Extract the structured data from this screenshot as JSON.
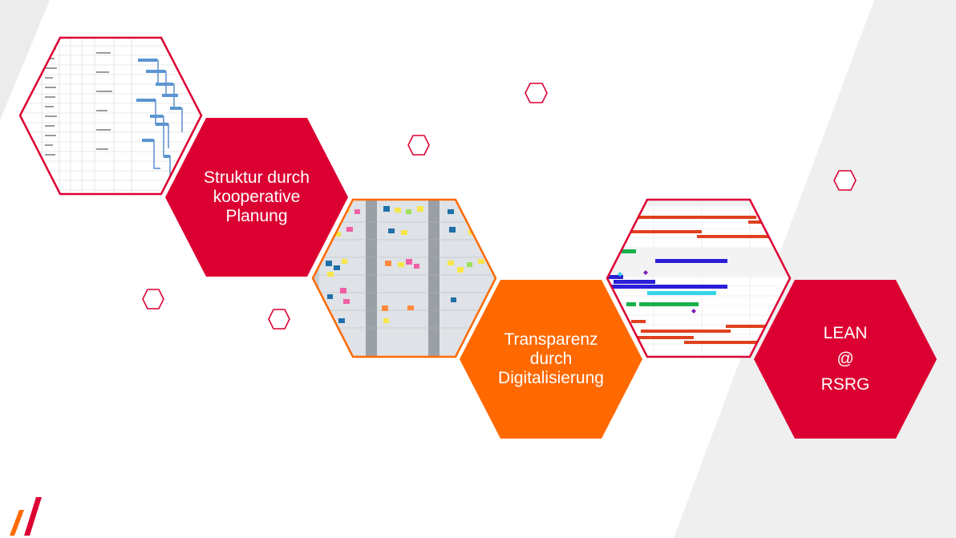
{
  "colors": {
    "red": "#dc0032",
    "orange": "#ff6900",
    "diagonal_band": "#ececec",
    "board_grey": "#c9cdd2"
  },
  "hexagons": [
    {
      "id": "plan-image",
      "kind": "image",
      "depicts": "gantt-project-schedule"
    },
    {
      "id": "struktur",
      "kind": "text",
      "color": "red",
      "lines": [
        "Struktur durch",
        "kooperative",
        "Planung"
      ]
    },
    {
      "id": "board-image",
      "kind": "image",
      "depicts": "sticky-note-planning-board"
    },
    {
      "id": "transparenz",
      "kind": "text",
      "color": "orange",
      "lines": [
        "Transparenz",
        "durch",
        "Digitalisierung"
      ]
    },
    {
      "id": "digital-image",
      "kind": "image",
      "depicts": "digital-gantt-chart"
    },
    {
      "id": "lean",
      "kind": "text",
      "color": "red",
      "lines": [
        "LEAN",
        "@",
        "RSRG"
      ]
    }
  ],
  "decorative": {
    "small_hexagon_outlines": 5,
    "logo": "rsrg-slash-logo"
  }
}
